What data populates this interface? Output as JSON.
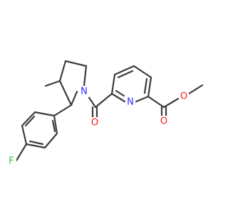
{
  "structure": {
    "atoms": {
      "methyl_label": "",
      "fluorine": {
        "symbol": "F",
        "color": "#32c832"
      },
      "pyrrolidine_nitrogen": {
        "symbol": "N",
        "color": "#2b2bff"
      },
      "pyridine_nitrogen": {
        "symbol": "N",
        "color": "#2b2bff"
      },
      "amide_oxygen": {
        "symbol": "O",
        "color": "#ff1a1a"
      },
      "ester_carbonyl_oxygen": {
        "symbol": "O",
        "color": "#ff1a1a"
      },
      "ester_oxygen": {
        "symbol": "O",
        "color": "#ff1a1a"
      }
    },
    "bond_color": "#3c3c3c"
  }
}
